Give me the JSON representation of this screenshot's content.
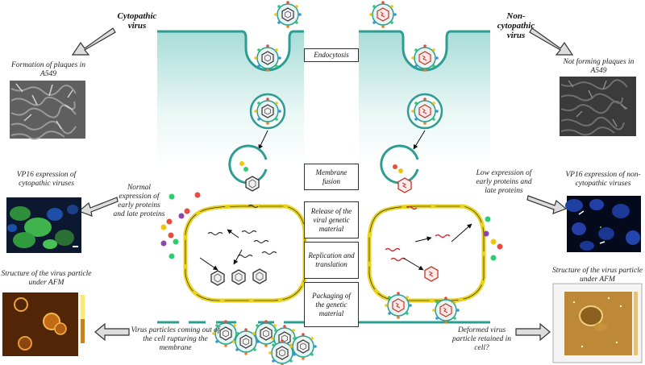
{
  "left": {
    "title": "Cytopathic virus",
    "photo1_caption": "Formation of plaques in A549",
    "photo2_caption": "VP16 expression of cytopathic viruses",
    "photo3_caption": "Structure of the virus particle under AFM",
    "proteins_label": "Normal expression of early proteins and late proteins",
    "release_label": "Virus particles coming out of the cell rupturing the membrane"
  },
  "right": {
    "title": "Non-cytopathic virus",
    "photo1_caption": "Not forming plaques in A549",
    "photo2_caption": "VP16 expression of non-cytopathic viruses",
    "photo3_caption": "Structure of the virus particle under AFM",
    "proteins_label": "Low expression of early proteins and late proteins",
    "retained_label": "Deformed virus particle retained in cell?"
  },
  "steps": {
    "endocytosis": "Endocytosis",
    "fusion": "Membrane fusion",
    "release": "Release of the viral genetic material",
    "replication": "Replication and translation",
    "packaging": "Packaging of the genetic material"
  },
  "colors": {
    "membrane": "#2e9c93",
    "cytoplasm": "#bfe6e2",
    "nucleus": "#e8d21b",
    "normal_genome": "#333333",
    "deformed_genome": "#d0303a"
  }
}
